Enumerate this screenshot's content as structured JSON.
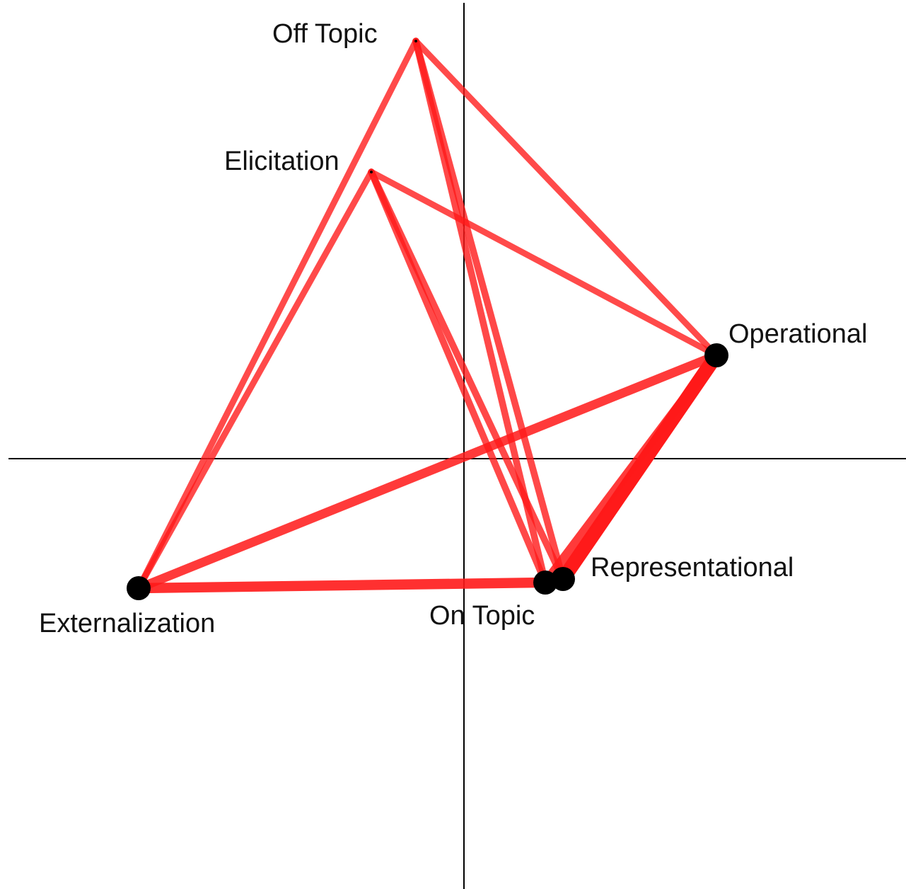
{
  "colors": {
    "background": "#ffffff",
    "axis": "#000000",
    "edge": "#ff1a1a",
    "node": "#000000",
    "label": "#111111"
  },
  "nodes": [
    {
      "id": "off_topic",
      "label": "Off Topic",
      "weight": 0.02
    },
    {
      "id": "elicitation",
      "label": "Elicitation",
      "weight": 0.02
    },
    {
      "id": "operational",
      "label": "Operational",
      "weight": 1.0
    },
    {
      "id": "representational",
      "label": "Representational",
      "weight": 1.0
    },
    {
      "id": "on_topic",
      "label": "On Topic",
      "weight": 1.0
    },
    {
      "id": "externalization",
      "label": "Externalization",
      "weight": 1.0
    }
  ],
  "edges": [
    {
      "source": "off_topic",
      "target": "externalization",
      "strength": 0.3
    },
    {
      "source": "off_topic",
      "target": "operational",
      "strength": 0.3
    },
    {
      "source": "off_topic",
      "target": "representational",
      "strength": 0.35
    },
    {
      "source": "off_topic",
      "target": "on_topic",
      "strength": 0.35
    },
    {
      "source": "elicitation",
      "target": "externalization",
      "strength": 0.3
    },
    {
      "source": "elicitation",
      "target": "operational",
      "strength": 0.3
    },
    {
      "source": "elicitation",
      "target": "on_topic",
      "strength": 0.35
    },
    {
      "source": "elicitation",
      "target": "representational",
      "strength": 0.35
    },
    {
      "source": "externalization",
      "target": "operational",
      "strength": 0.55
    },
    {
      "source": "externalization",
      "target": "on_topic",
      "strength": 0.65
    },
    {
      "source": "operational",
      "target": "representational",
      "strength": 1.0
    },
    {
      "source": "operational",
      "target": "on_topic",
      "strength": 0.55
    }
  ]
}
